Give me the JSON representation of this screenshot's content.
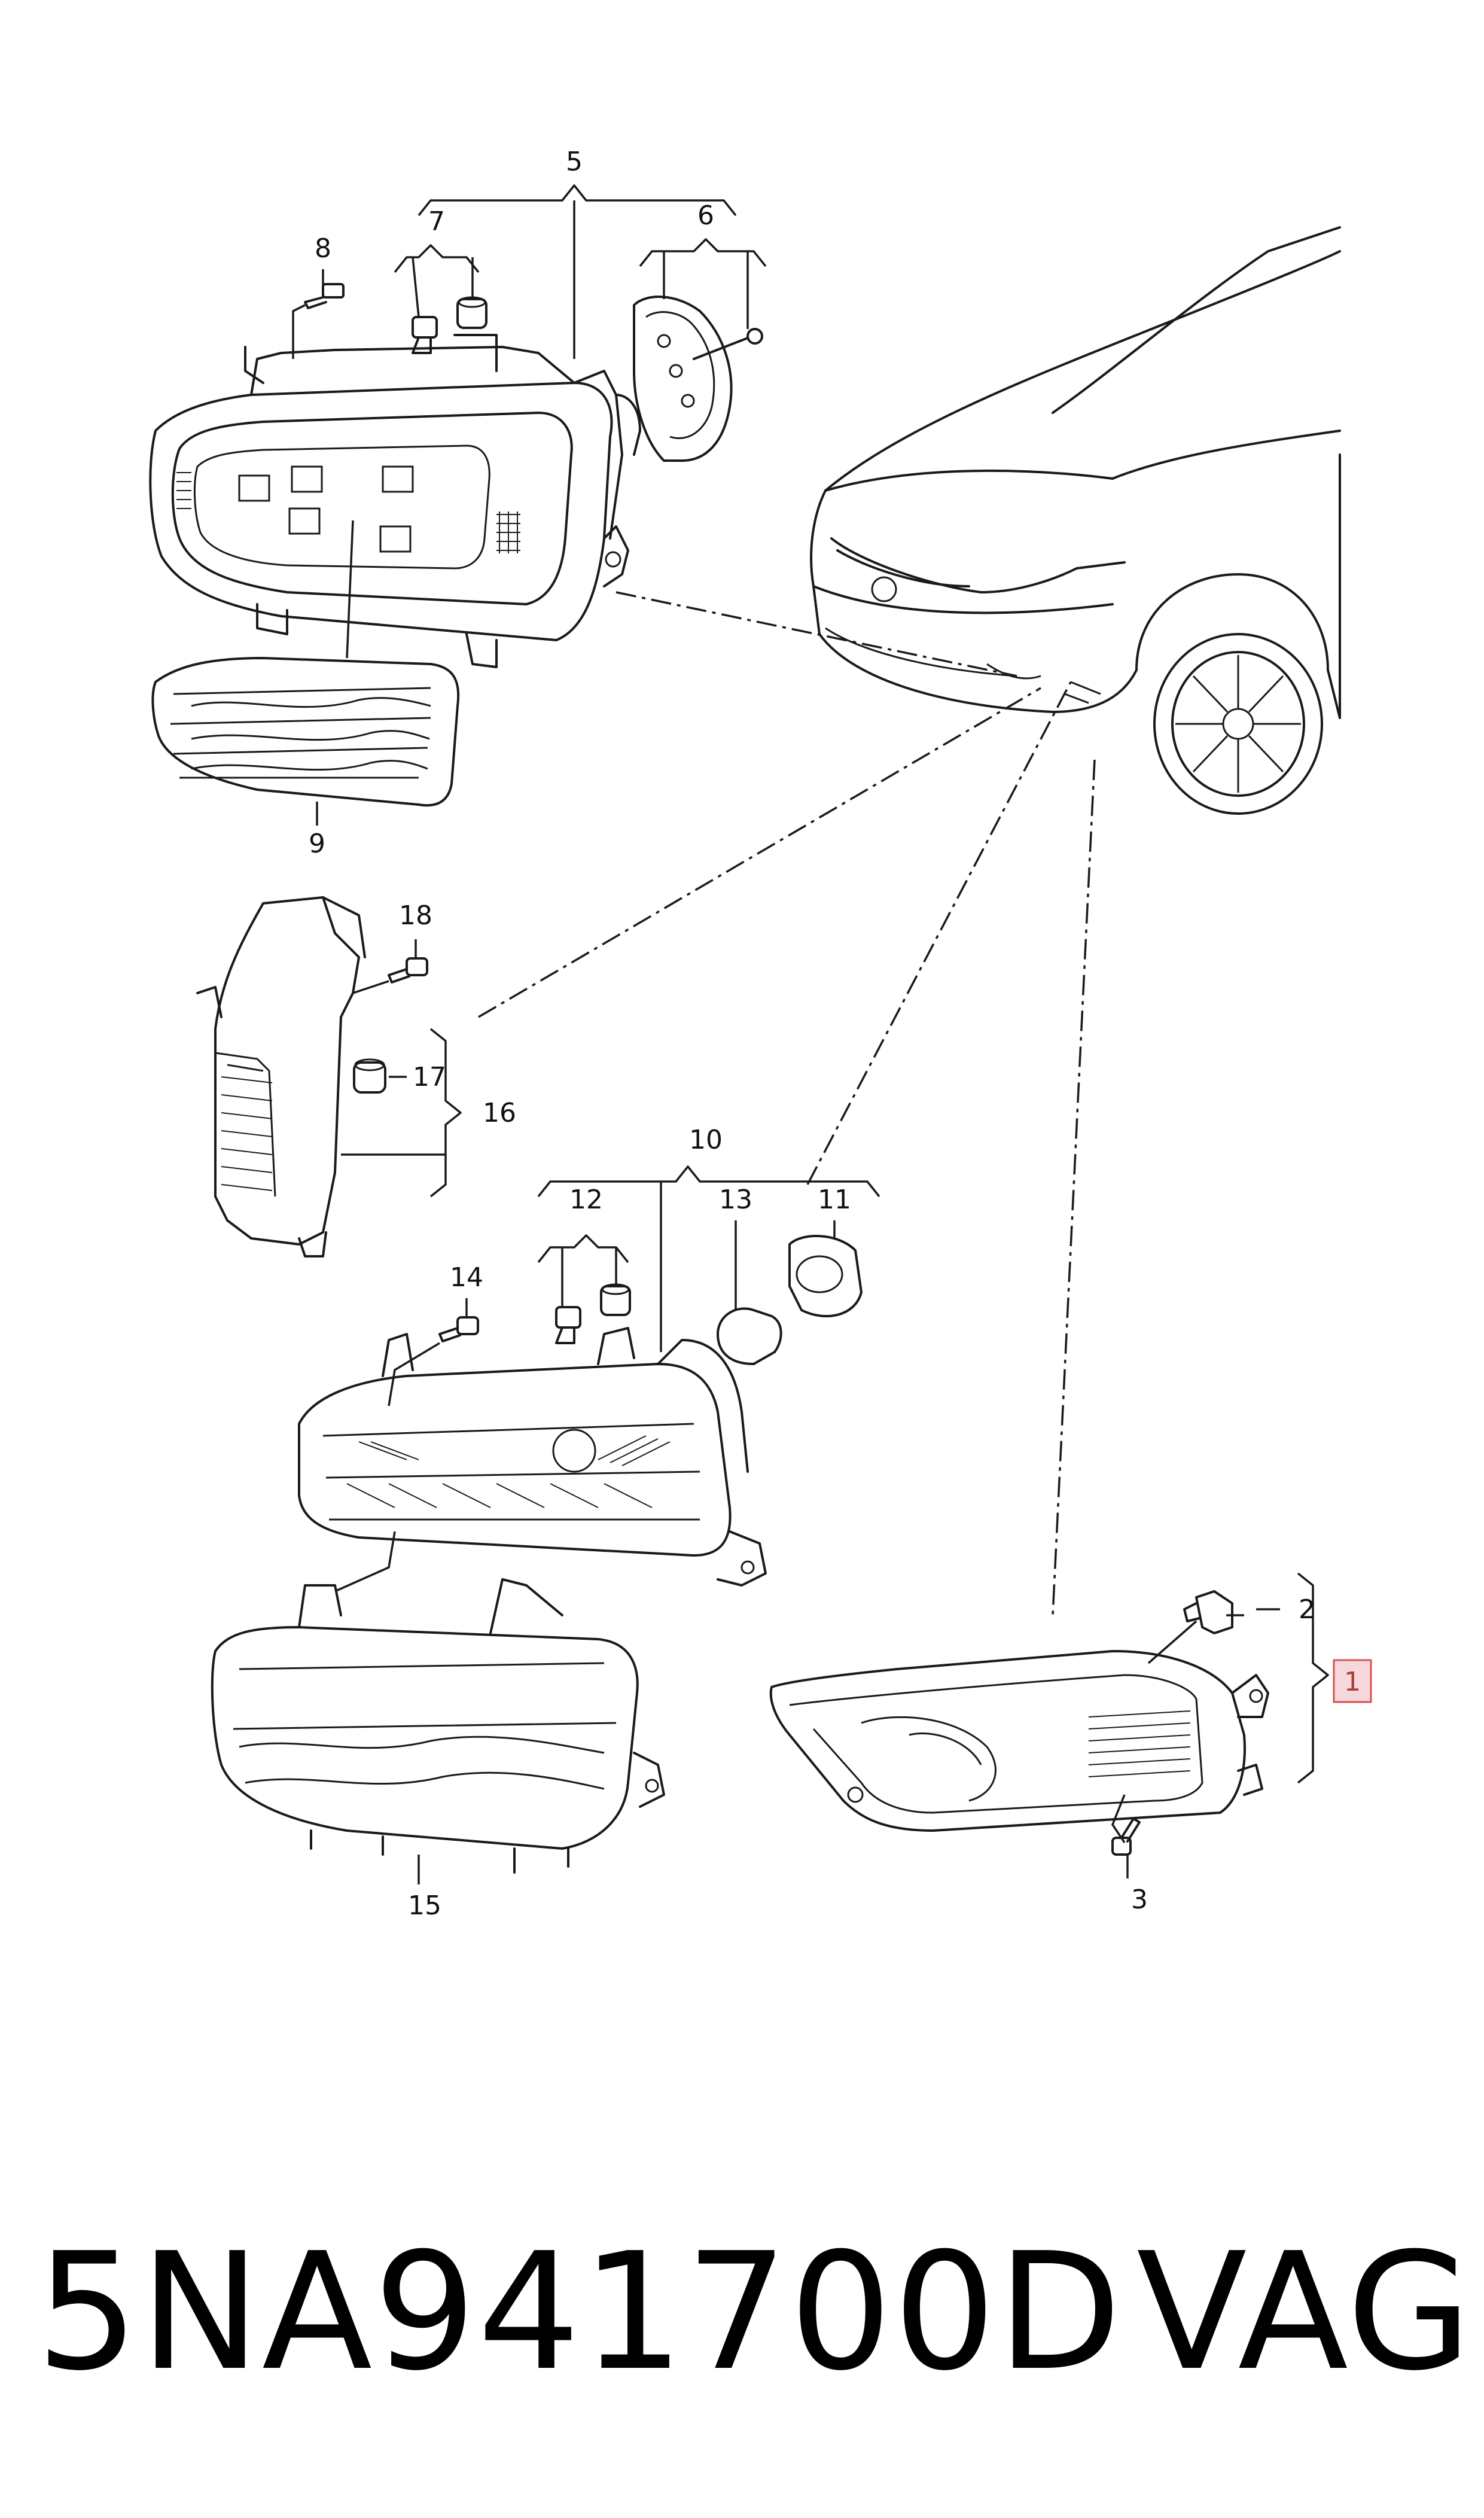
{
  "callouts": {
    "c1": "1",
    "c2": "2",
    "c3": "3",
    "c5": "5",
    "c6": "6",
    "c7": "7",
    "c8": "8",
    "c9": "9",
    "c10": "10",
    "c11": "11",
    "c12": "12",
    "c13": "13",
    "c14": "14",
    "c15": "15",
    "c16": "16",
    "c17": "17",
    "c18": "18"
  },
  "footer": {
    "part_number": "5NA941700D",
    "brand": "VAG"
  },
  "colors": {
    "line": "#1a1a1a",
    "highlight_fill": "#f6d8dc",
    "highlight_border": "#d9534f"
  }
}
